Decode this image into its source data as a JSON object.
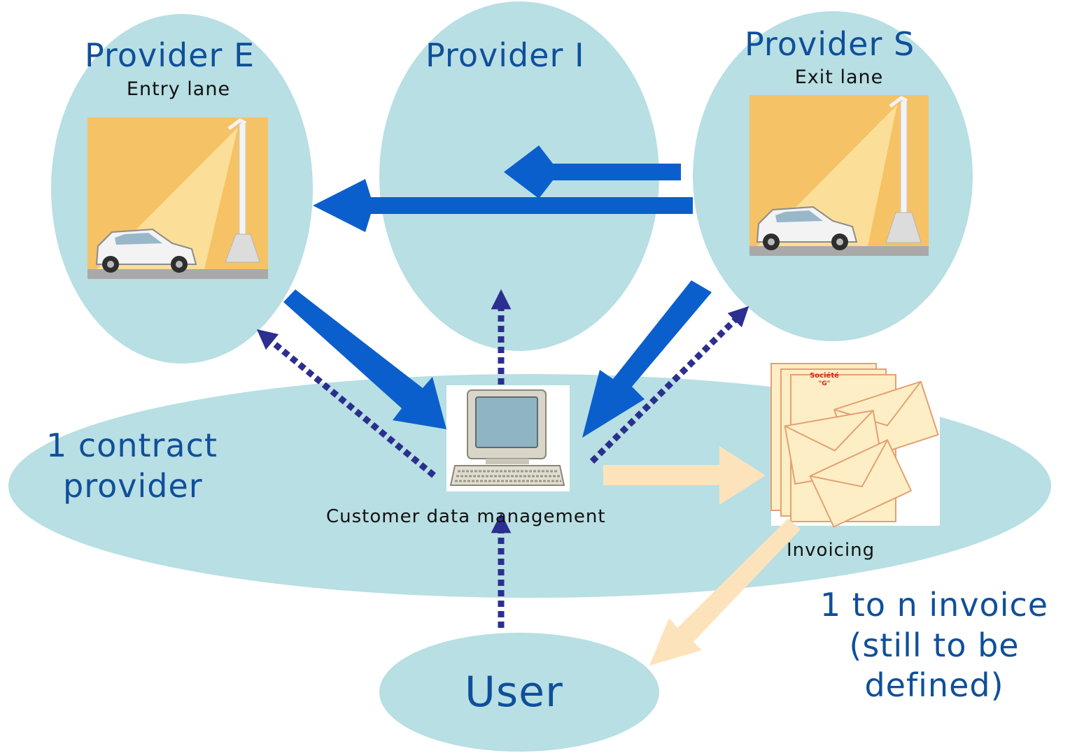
{
  "nodes": {
    "provider_e": {
      "title": "Provider E",
      "subtitle": "Entry lane"
    },
    "provider_i": {
      "title": "Provider I"
    },
    "provider_s": {
      "title": "Provider S",
      "subtitle": "Exit lane"
    },
    "contract": {
      "line1": "1 contract",
      "line2": "provider"
    },
    "computer": {
      "label": "Customer data management"
    },
    "invoicing": {
      "label": "Invoicing",
      "company": "Société",
      "company_sub": "\"G\""
    },
    "user": {
      "label": "User"
    },
    "invoice_note": {
      "line1": "1 to n invoice",
      "line2": "(still to be",
      "line3": "defined)"
    }
  },
  "colors": {
    "ellipse": "#b8dfe3",
    "solid_arrow": "#0a5fcc",
    "dotted_arrow": "#2b2f8f",
    "invoice_arrow": "#fde3bc",
    "big_text": "#0f4f9b",
    "envelope": "#fdeec6",
    "envelope_edge": "#e5a070"
  }
}
